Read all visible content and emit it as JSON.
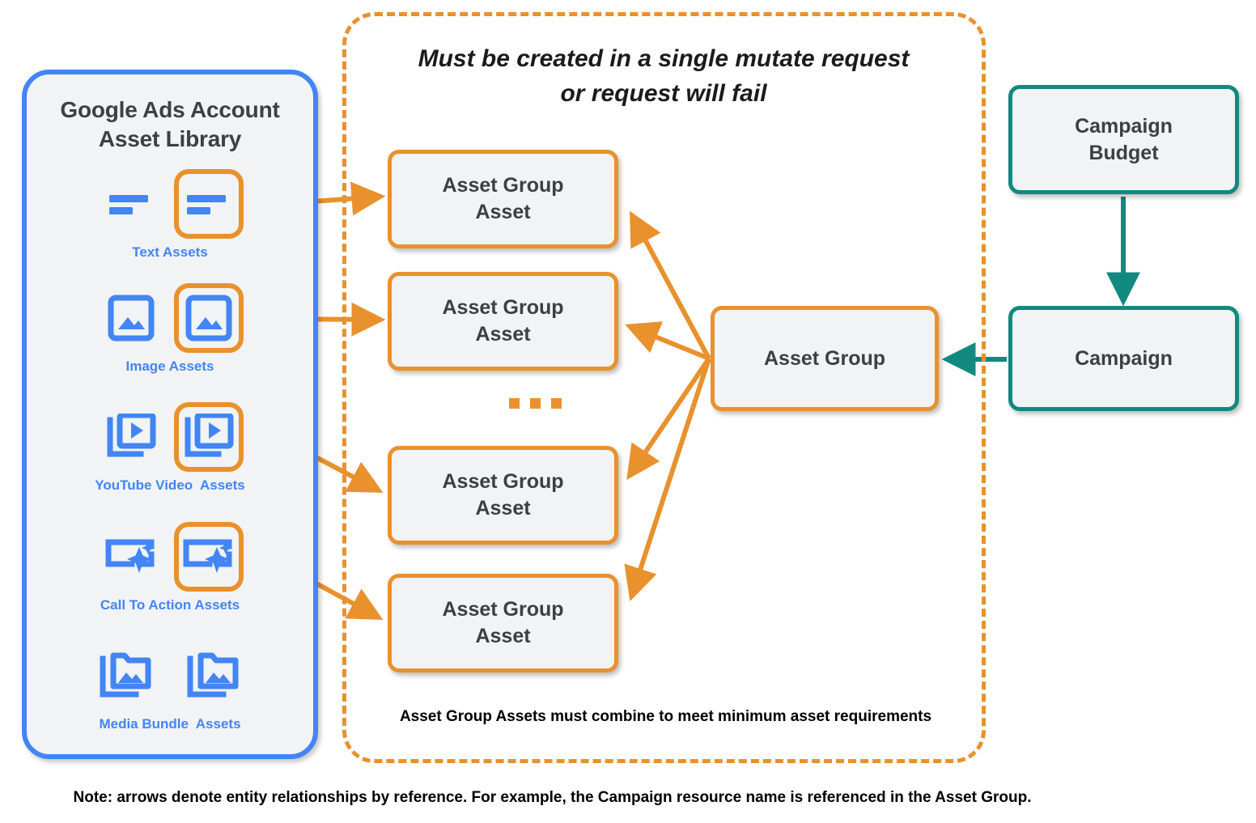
{
  "colors": {
    "blue": "#4285f4",
    "orange": "#e8912d",
    "teal": "#12897e",
    "node_fill": "#f1f3f4",
    "node_text": "#3c4043",
    "note_text": "#000000"
  },
  "library": {
    "title_line1": "Google Ads Account",
    "title_line2": "Asset Library",
    "assets": [
      {
        "label": "Text Assets",
        "icon": "text-asset-icon",
        "highlighted_index": 1,
        "count": 2
      },
      {
        "label": "Image Assets",
        "icon": "image-asset-icon",
        "highlighted_index": 1,
        "count": 2
      },
      {
        "label": "YouTube Video  Assets",
        "icon": "youtube-video-asset-icon",
        "highlighted_index": 1,
        "count": 2
      },
      {
        "label": "Call To Action Assets",
        "icon": "call-to-action-asset-icon",
        "highlighted_index": 1,
        "count": 2
      },
      {
        "label": "Media Bundle  Assets",
        "icon": "media-bundle-asset-icon",
        "highlighted_index": -1,
        "count": 2
      }
    ]
  },
  "mutate_region": {
    "heading_line1": "Must be created in a single mutate request",
    "heading_line2": "or request will fail",
    "footnote": "Asset Group Assets must combine to meet minimum asset requirements",
    "ellipsis": "..."
  },
  "nodes": {
    "asset_group_asset_1": "Asset Group\nAsset",
    "asset_group_asset_2": "Asset Group\nAsset",
    "asset_group_asset_3": "Asset Group\nAsset",
    "asset_group_asset_4": "Asset Group\nAsset",
    "asset_group": "Asset Group",
    "campaign_budget": "Campaign\nBudget",
    "campaign": "Campaign"
  },
  "bottom_note": "Note: arrows denote entity relationships by reference. For example, the Campaign resource name is referenced in the Asset Group."
}
